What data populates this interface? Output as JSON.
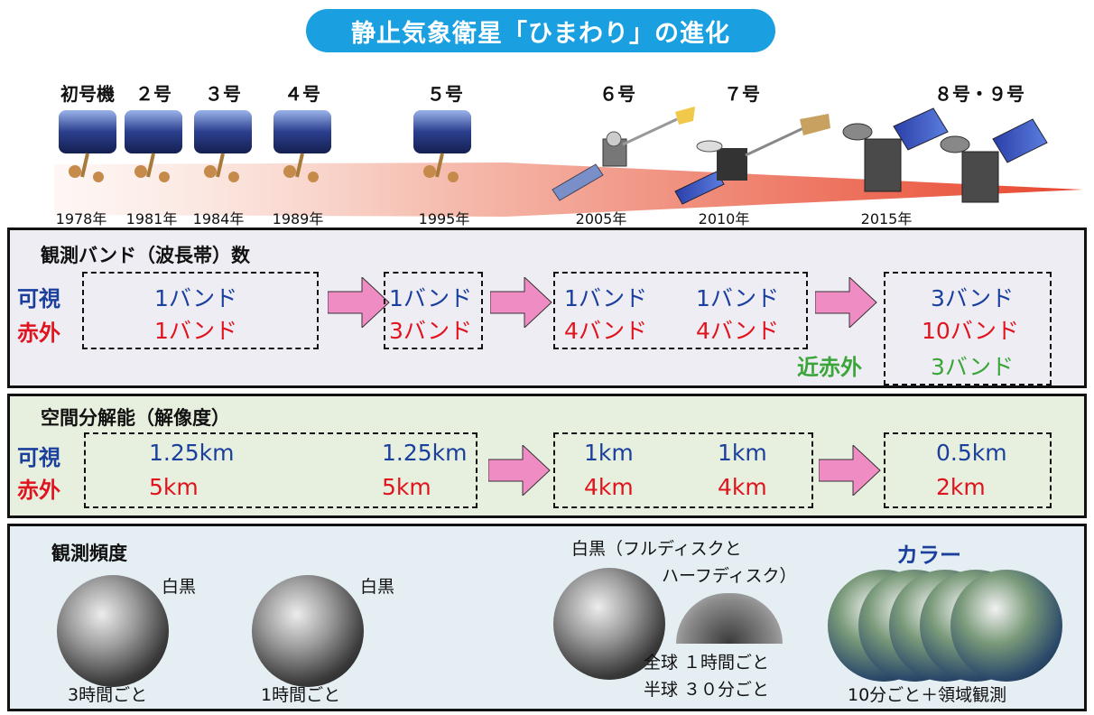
{
  "title": "静止気象衛星「ひまわり」の進化",
  "timeline": {
    "satellites": [
      "初号機",
      "２号",
      "３号",
      "４号",
      "５号",
      "６号",
      "７号",
      "８号・９号"
    ],
    "years": [
      "1978年",
      "1981年",
      "1984年",
      "1989年",
      "1995年",
      "2005年",
      "2010年",
      "2015年"
    ]
  },
  "bands": {
    "title": "観測バンド（波長帯）数",
    "label_visible": "可視",
    "label_infrared": "赤外",
    "label_near_infrared": "近赤外",
    "g1_visible": "1バンド",
    "g1_infrared": "1バンド",
    "g2_visible": "1バンド",
    "g2_infrared": "3バンド",
    "g3a_visible": "1バンド",
    "g3a_infrared": "4バンド",
    "g3b_visible": "1バンド",
    "g3b_infrared": "4バンド",
    "g4_visible": "3バンド",
    "g4_infrared": "10バンド",
    "g4_near_infrared": "3バンド"
  },
  "resolution": {
    "title": "空間分解能（解像度）",
    "label_visible": "可視",
    "label_infrared": "赤外",
    "g1a_visible": "1.25km",
    "g1a_infrared": "5km",
    "g1b_visible": "1.25km",
    "g1b_infrared": "5km",
    "g2a_visible": "1km",
    "g2a_infrared": "4km",
    "g2b_visible": "1km",
    "g2b_infrared": "4km",
    "g3_visible": "0.5km",
    "g3_infrared": "2km"
  },
  "frequency": {
    "title": "観測頻度",
    "bw1": "白黒",
    "cap1": "3時間ごと",
    "bw2": "白黒",
    "cap2": "1時間ごと",
    "bw3_line1": "白黒（フルディスクと",
    "bw3_line2": "ハーフディスク）",
    "cap3_line1": "全球 １時間ごと",
    "cap3_line2": "半球 ３０分ごと",
    "color_label": "カラー",
    "cap4": "10分ごと＋領域観測"
  },
  "colors": {
    "title_bg": "#1aa0e0",
    "visible": "#1a3f9c",
    "infrared": "#e0141e",
    "near_infrared": "#3aa63a",
    "arrow": "#f08cc4"
  }
}
